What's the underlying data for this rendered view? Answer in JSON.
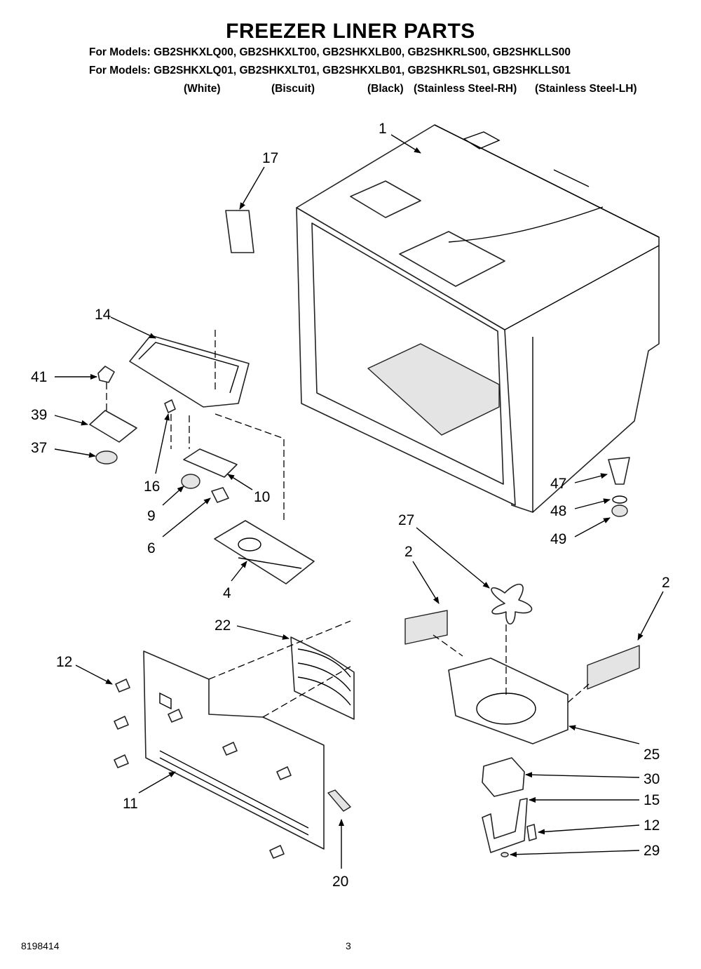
{
  "header": {
    "title": "FREEZER LINER PARTS",
    "models_line1": "For Models: GB2SHKXLQ00, GB2SHKXLT00, GB2SHKXLB00, GB2SHKRLS00, GB2SHKLLS00",
    "models_line2": "For Models: GB2SHKXLQ01, GB2SHKXLT01, GB2SHKXLB01, GB2SHKRLS01, GB2SHKLLS01",
    "colors": {
      "white": "(White)",
      "biscuit": "(Biscuit)",
      "black": "(Black)",
      "ss_rh": "(Stainless Steel-RH)",
      "ss_lh": "(Stainless Steel-LH)"
    }
  },
  "callouts": {
    "p1": "1",
    "p17": "17",
    "p14": "14",
    "p41": "41",
    "p39": "39",
    "p37": "37",
    "p16": "16",
    "p9": "9",
    "p10": "10",
    "p6": "6",
    "p4": "4",
    "p47": "47",
    "p48": "48",
    "p49": "49",
    "p27": "27",
    "p2a": "2",
    "p2b": "2",
    "p22": "22",
    "p12a": "12",
    "p11": "11",
    "p20": "20",
    "p25": "25",
    "p30": "30",
    "p15": "15",
    "p12b": "12",
    "p29": "29"
  },
  "footer": {
    "doc_number": "8198414",
    "page": "3"
  }
}
